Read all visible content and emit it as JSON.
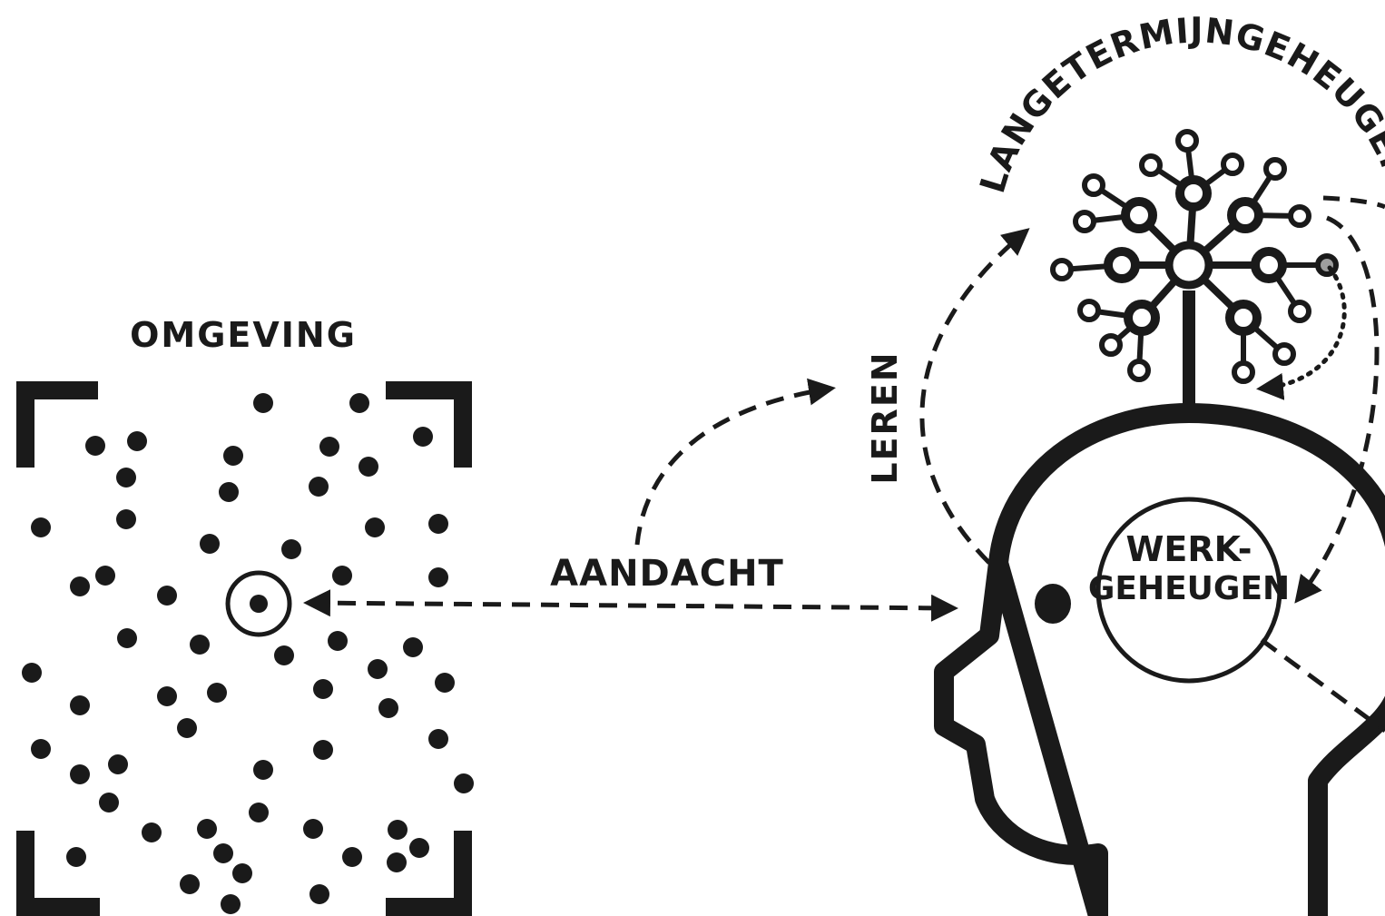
{
  "labels": {
    "environment": "OMGEVING",
    "attention": "AANDACHT",
    "learning": "LEREN",
    "long_term_memory": "LANGETERMIJNGEHEUGEN",
    "working_memory_line1": "WERK-",
    "working_memory_line2": "GEHEUGEN"
  },
  "colors": {
    "ink": "#1a1a1a",
    "background": "#ffffff",
    "highlight_node": "#9e9e9e"
  },
  "icons": {
    "environment": "dot-field-frame",
    "focus": "target-circle",
    "brain": "head-profile",
    "memory": "neural-network"
  }
}
